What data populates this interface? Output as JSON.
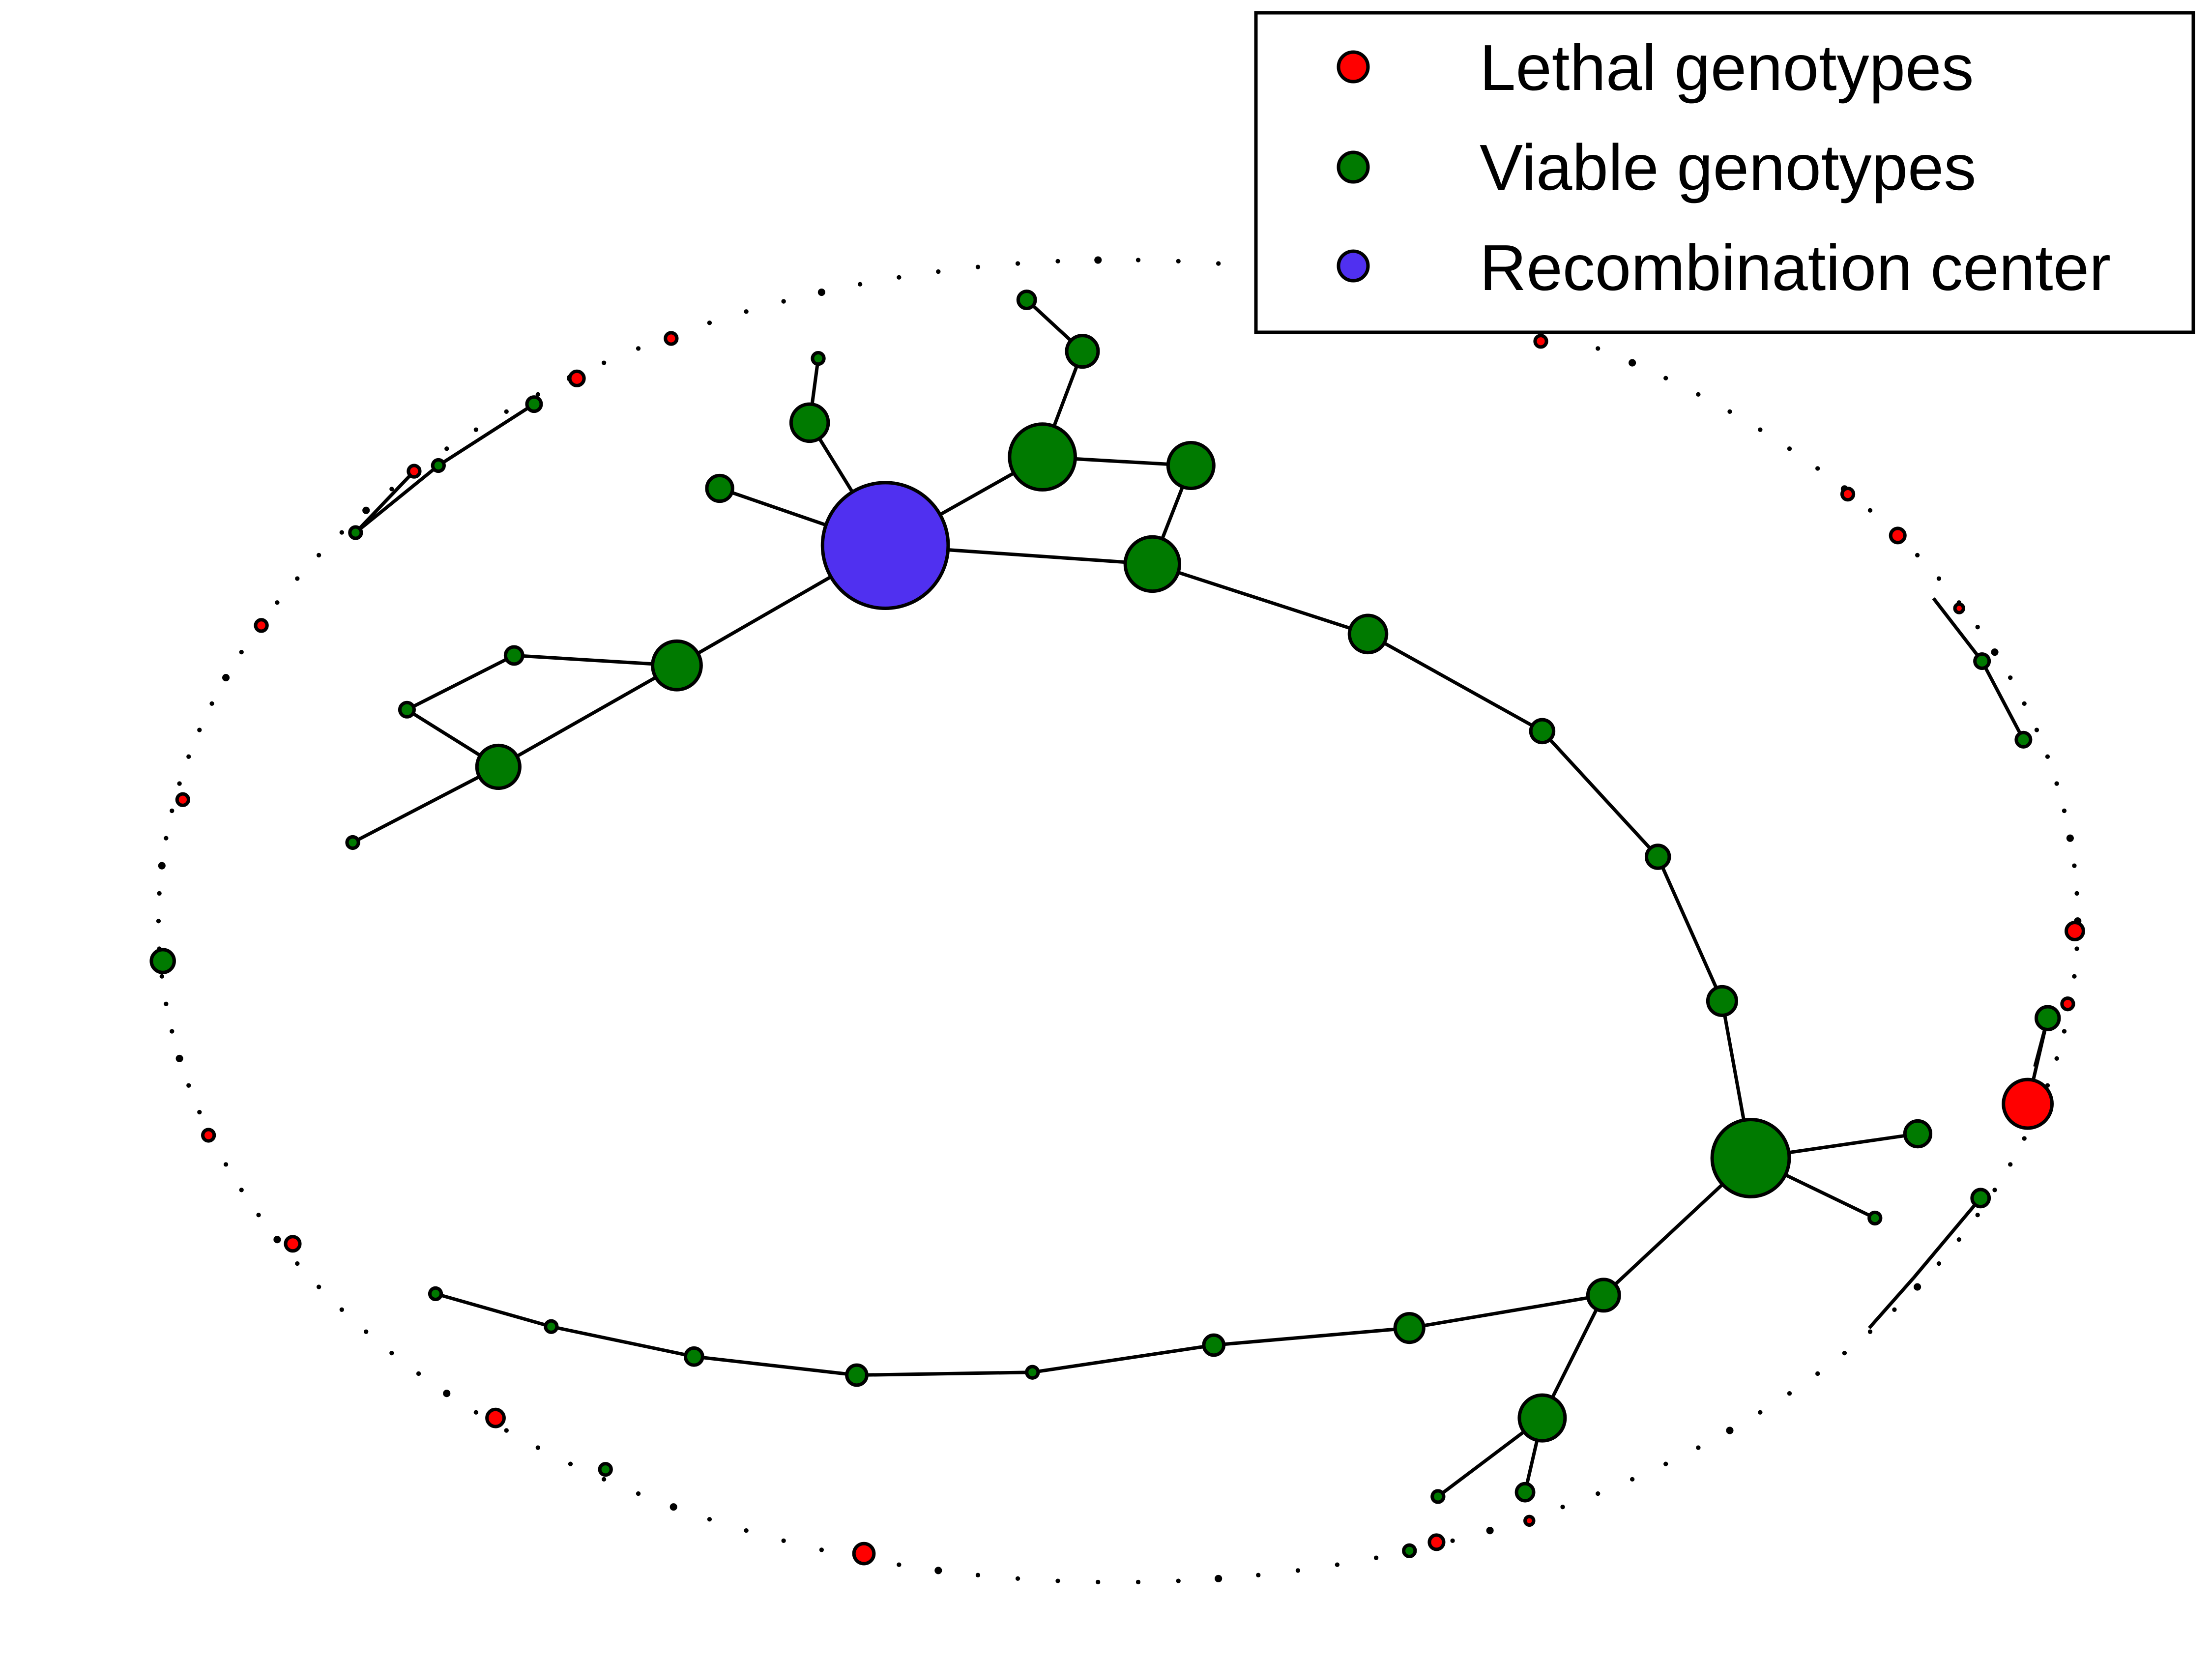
{
  "legend": {
    "items": [
      {
        "label": "Lethal genotypes",
        "color": "#ff0000"
      },
      {
        "label": "Viable genotypes",
        "color": "#007a00"
      },
      {
        "label": "Recombination center",
        "color": "#5030f0"
      }
    ]
  },
  "colors": {
    "lethal": "#ff0000",
    "viable": "#007a00",
    "center": "#5030f0",
    "edge": "#000000",
    "background": "#ffffff"
  }
}
